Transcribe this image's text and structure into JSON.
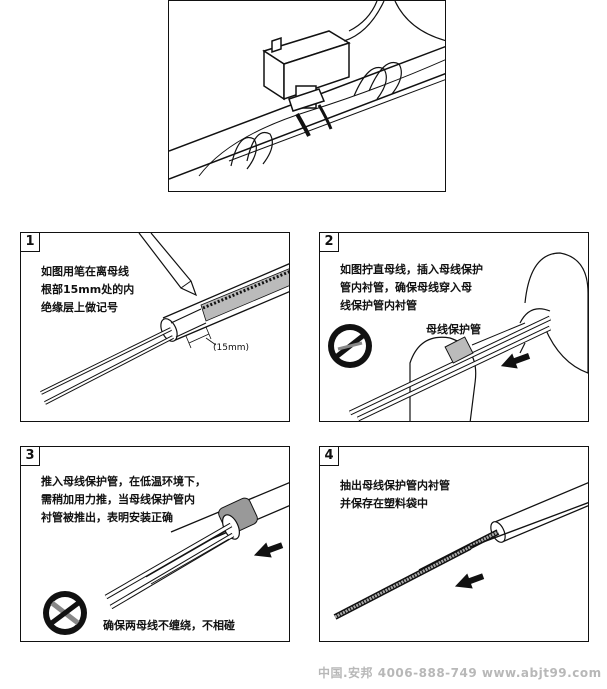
{
  "top_panel": {},
  "steps": [
    {
      "number": "1",
      "text": "如图用笔在离母线\n根部15mm处的内\n绝缘层上做记号",
      "dimension_label": "(15mm)"
    },
    {
      "number": "2",
      "text": "如图拧直母线，插入母线保护\n管内衬管，确保母线穿入母\n线保护管内衬管",
      "part_label": "母线保护管"
    },
    {
      "number": "3",
      "text": "推入母线保护管，在低温环境下，\n需稍加用力推，当母线保护管内\n衬管被推出，表明安装正确",
      "caption": "确保两母线不缠绕，不相碰"
    },
    {
      "number": "4",
      "text": "抽出母线保护管内衬管\n并保存在塑料袋中"
    }
  ],
  "watermark": "中国.安邦 4006-888-749 www.abjt99.com"
}
